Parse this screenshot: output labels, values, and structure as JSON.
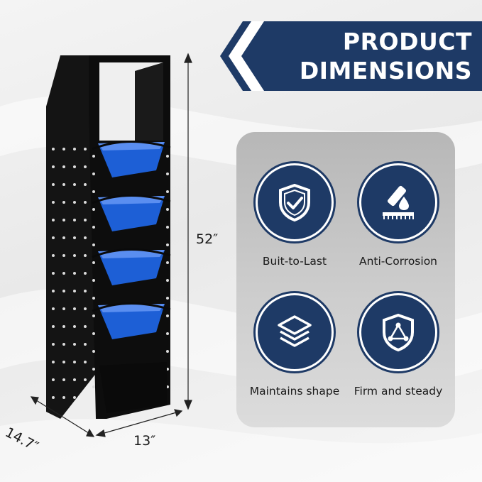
{
  "banner": {
    "line1": "PRODUCT",
    "line2": "DIMENSIONS"
  },
  "dimensions": {
    "height": "52″",
    "depth": "14.7″",
    "width": "13″"
  },
  "features": [
    {
      "label": "Buit-to-Last",
      "icon": "shield-check-icon"
    },
    {
      "label": "Anti-Corrosion",
      "icon": "anti-corrosion-icon"
    },
    {
      "label": "Maintains shape",
      "icon": "layers-icon"
    },
    {
      "label": "Firm and steady",
      "icon": "shield-triangle-icon"
    }
  ],
  "colors": {
    "navy": "#1e3a66",
    "bin_blue": "#1d5fd6",
    "frame": "#111111"
  }
}
